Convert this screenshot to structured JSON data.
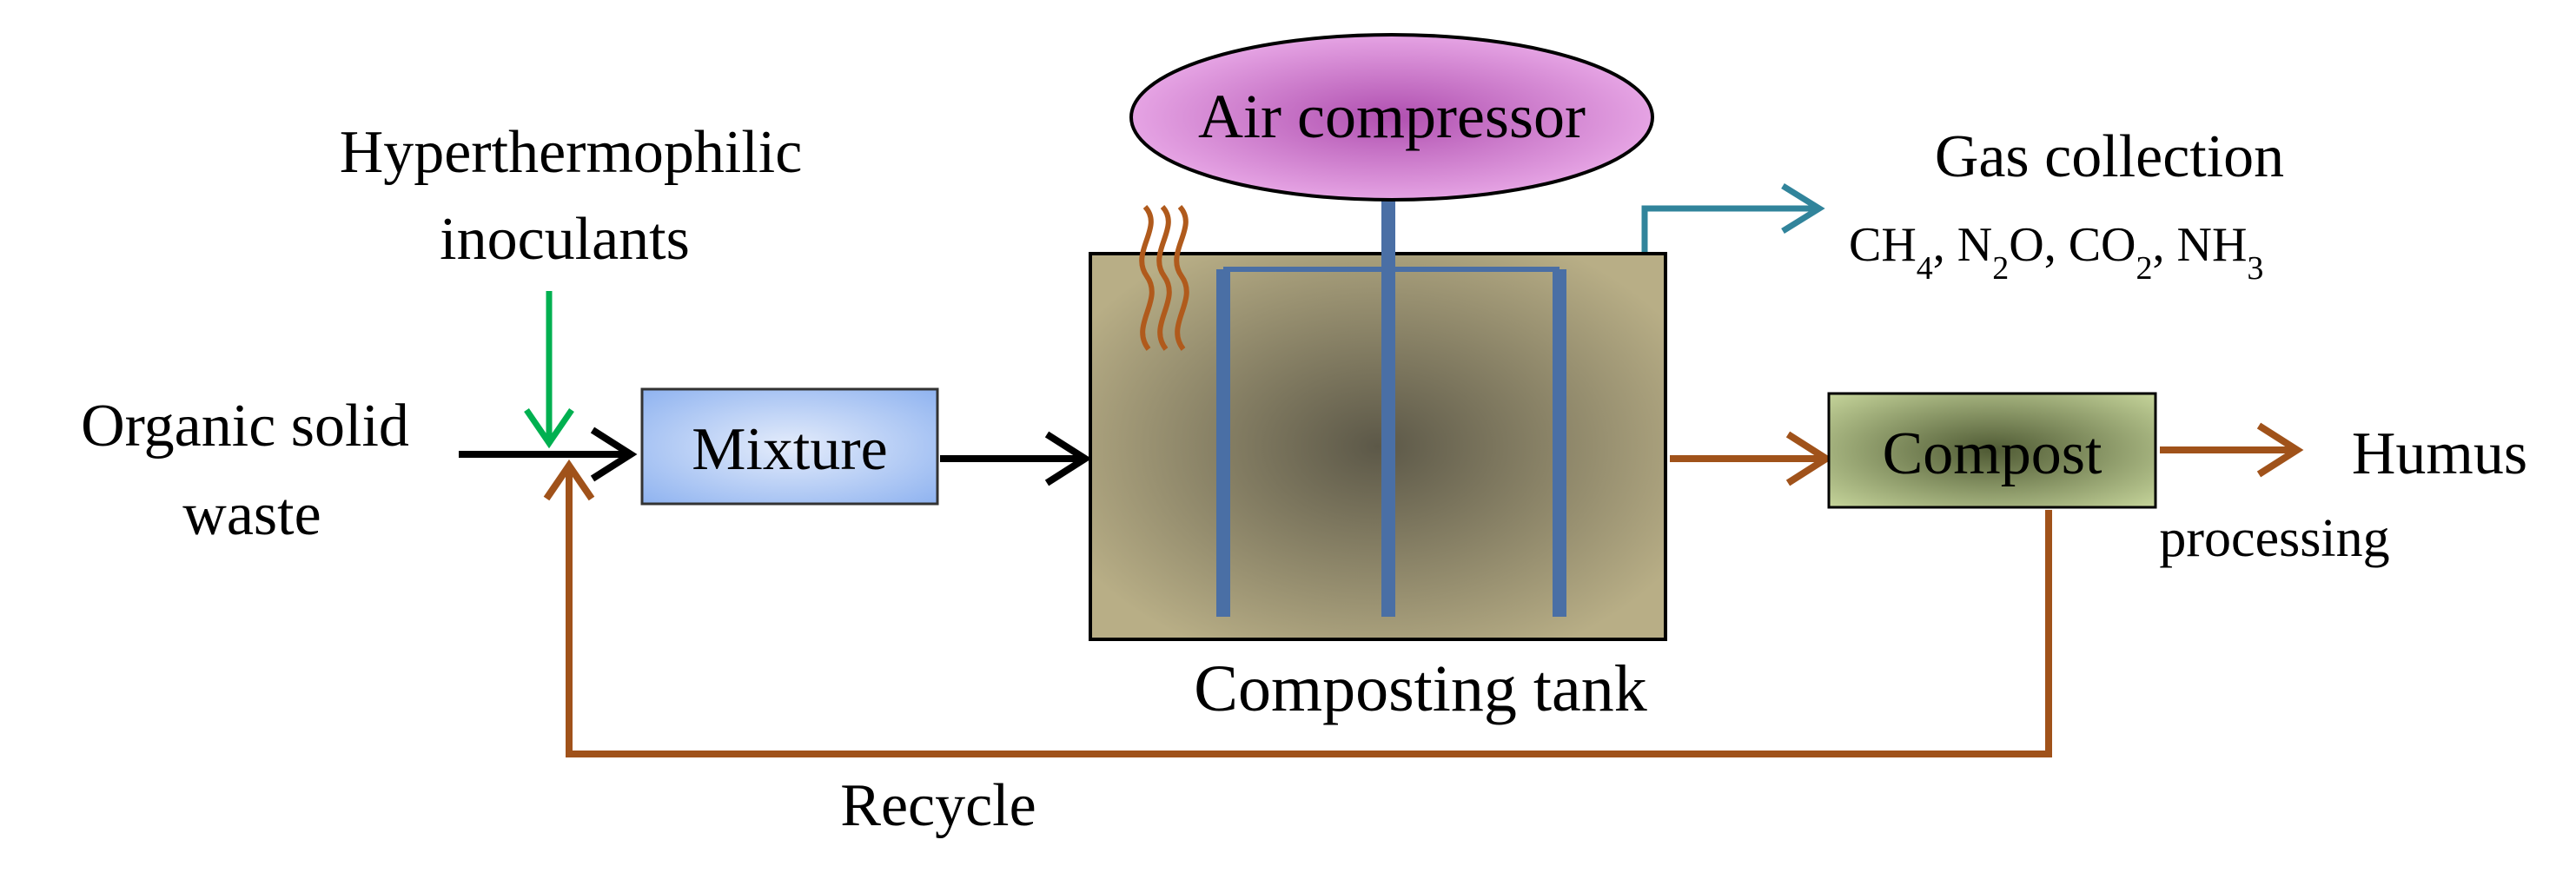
{
  "labels": {
    "hyperthermophilic_line1": "Hyperthermophilic",
    "hyperthermophilic_line2": "inoculants",
    "organic_line1": "Organic solid",
    "organic_line2": "waste",
    "mixture": "Mixture",
    "air_compressor": "Air compressor",
    "gas_collection": "Gas collection",
    "gases": [
      {
        "base": "CH",
        "sub": "4",
        "sep": ", "
      },
      {
        "base": "N",
        "sub": "2",
        "tail": "O",
        "sep": ", "
      },
      {
        "base": "CO",
        "sub": "2",
        "sep": ", "
      },
      {
        "base": "NH",
        "sub": "3",
        "sep": ""
      }
    ],
    "composting_tank": "Composting tank",
    "compost": "Compost",
    "humus": "Humus",
    "processing": "processing",
    "recycle": "Recycle"
  },
  "colors": {
    "black_arrow": "#000000",
    "green_arrow": "#00b050",
    "brown_arrow": "#a0521a",
    "teal_arrow": "#31849b",
    "pipe": "#4a6fa5",
    "mixture_fill": "#b4cdf6",
    "compressor_fill": "#e6a9e6",
    "tank_fill": "#b8ae86",
    "tank_center": "#5c5848",
    "compost_fill": "#a8b87a"
  }
}
